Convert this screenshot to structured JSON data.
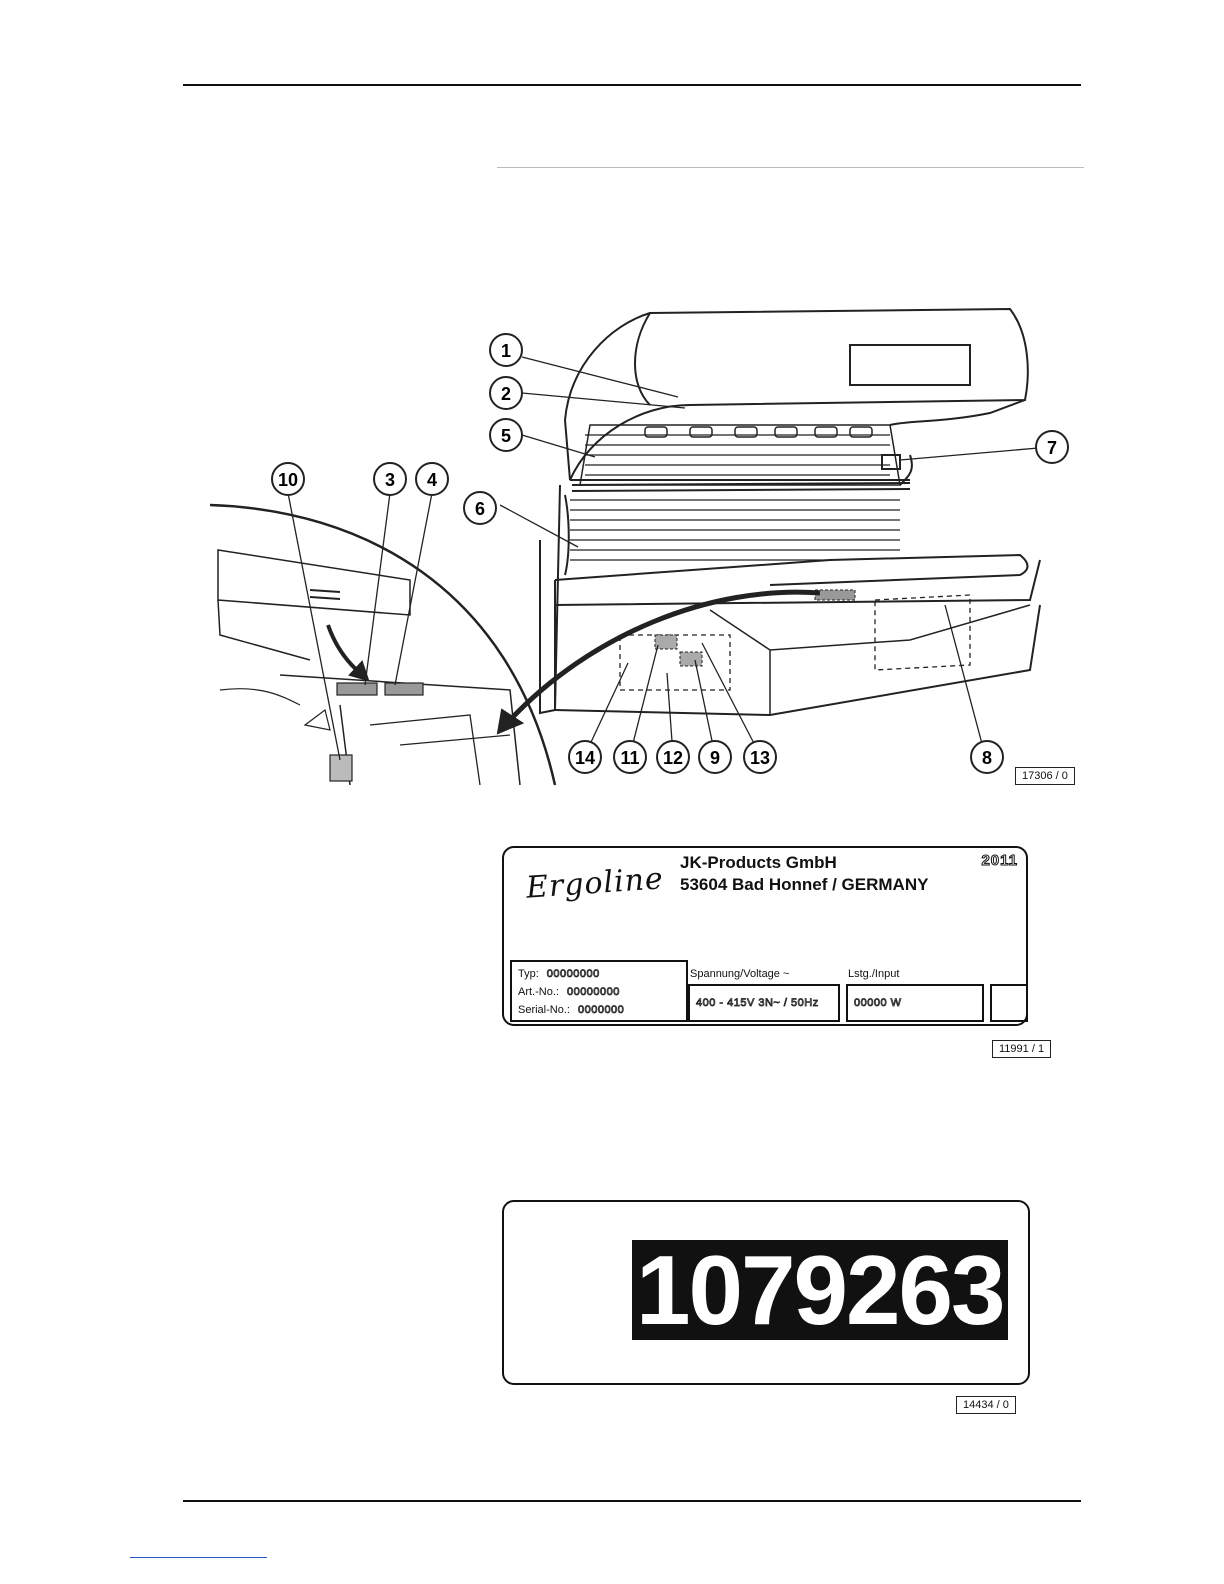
{
  "figure1": {
    "code": "17306 / 0",
    "callouts": [
      "1",
      "2",
      "3",
      "4",
      "5",
      "6",
      "7",
      "8",
      "9",
      "10",
      "11",
      "12",
      "13",
      "14"
    ]
  },
  "nameplate": {
    "code": "11991 / 1",
    "brand": "Ergoline",
    "company_line1": "JK-Products GmbH",
    "company_line2": "53604 Bad Honnef / GERMANY",
    "year": "2011",
    "typ_label": "Typ:",
    "typ_value": "00000000",
    "art_label": "Art.-No.:",
    "art_value": "00000000",
    "serial_label": "Serial-No.:",
    "serial_value": "0000000",
    "voltage_label": "Spannung/Voltage ~",
    "voltage_value": "400 - 415V 3N~ / 50Hz",
    "input_label": "Lstg./Input",
    "input_value": "00000 W"
  },
  "serial_label": {
    "code": "14434 / 0",
    "number": "1079263"
  }
}
